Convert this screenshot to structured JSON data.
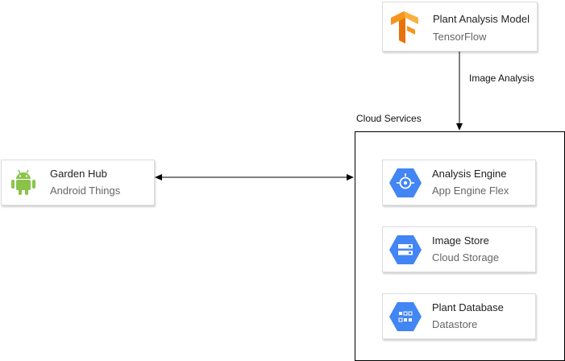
{
  "tf_card": {
    "title": "Plant Analysis Model",
    "subtitle": "TensorFlow",
    "icon": "tensorflow-logo-icon"
  },
  "garden_card": {
    "title": "Garden Hub",
    "subtitle": "Android Things",
    "icon": "android-robot-icon"
  },
  "group": {
    "label": "Cloud Services"
  },
  "edge_label": "Image Analysis",
  "services": [
    {
      "title": "Analysis Engine",
      "subtitle": "App Engine Flex",
      "icon": "app-engine-hexagon-icon"
    },
    {
      "title": "Image Store",
      "subtitle": "Cloud Storage",
      "icon": "cloud-storage-hexagon-icon"
    },
    {
      "title": "Plant Database",
      "subtitle": "Datastore",
      "icon": "datastore-hexagon-icon"
    }
  ],
  "colors": {
    "gcp_blue": "#4285f4",
    "android_green": "#8bc34a",
    "tf_orange": "#f7941d"
  }
}
